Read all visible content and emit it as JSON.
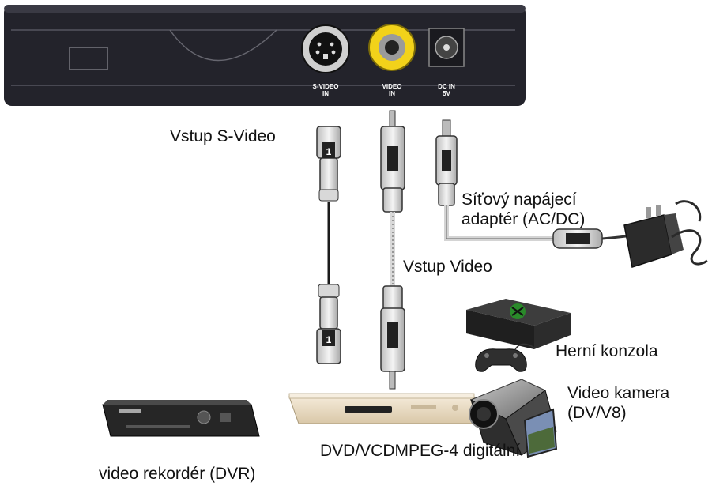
{
  "device": {
    "ports": [
      {
        "name": "s-video",
        "label_line1": "S-VIDEO",
        "label_line2": "IN"
      },
      {
        "name": "video",
        "label_line1": "VIDEO",
        "label_line2": "IN"
      },
      {
        "name": "dc",
        "label_line1": "DC IN",
        "label_line2": "5V"
      }
    ]
  },
  "labels": {
    "svideo_input": "Vstup S-Video",
    "power_adapter_line1": "Síťový napájecí",
    "power_adapter_line2": "adaptér (AC/DC)",
    "video_input": "Vstup Video",
    "game_console": "Herní konzola",
    "video_camera_line1": "Video kamera",
    "video_camera_line2": "(DV/V8)",
    "dvd": "DVD/VCDMPEG-4 digitální",
    "dvr": "video rekordér (DVR)"
  },
  "colors": {
    "device_body": "#23232b",
    "video_jack": "#f2d21a",
    "cable": "#1a1a1a",
    "dvd_body": "#e9dcc4"
  }
}
